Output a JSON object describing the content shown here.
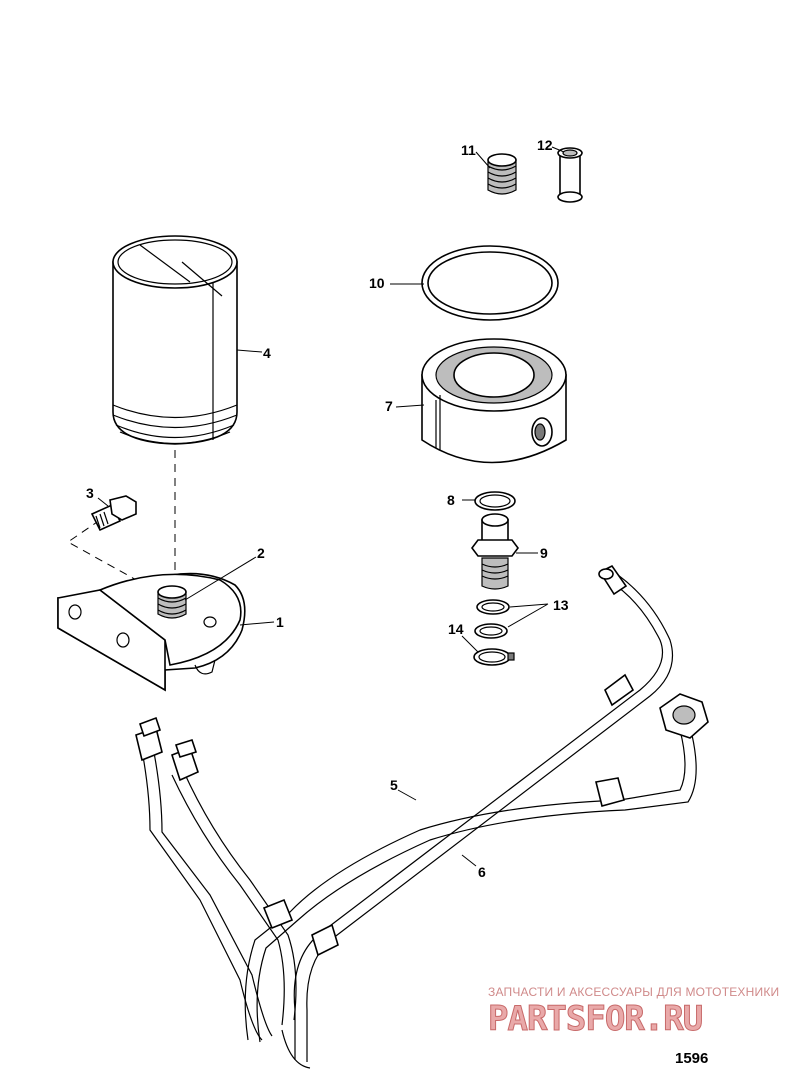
{
  "callouts": {
    "c1": "1",
    "c2": "2",
    "c3": "3",
    "c4": "4",
    "c5": "5",
    "c6": "6",
    "c7": "7",
    "c8": "8",
    "c9": "9",
    "c10": "10",
    "c11": "11",
    "c12": "12",
    "c13": "13",
    "c14": "14"
  },
  "watermark": {
    "line": "ЗАПЧАСТИ И АКСЕССУАРЫ ДЛЯ МОТОТЕХНИКИ",
    "logo": "PARTSFOR.RU"
  },
  "figure_number": "1596"
}
